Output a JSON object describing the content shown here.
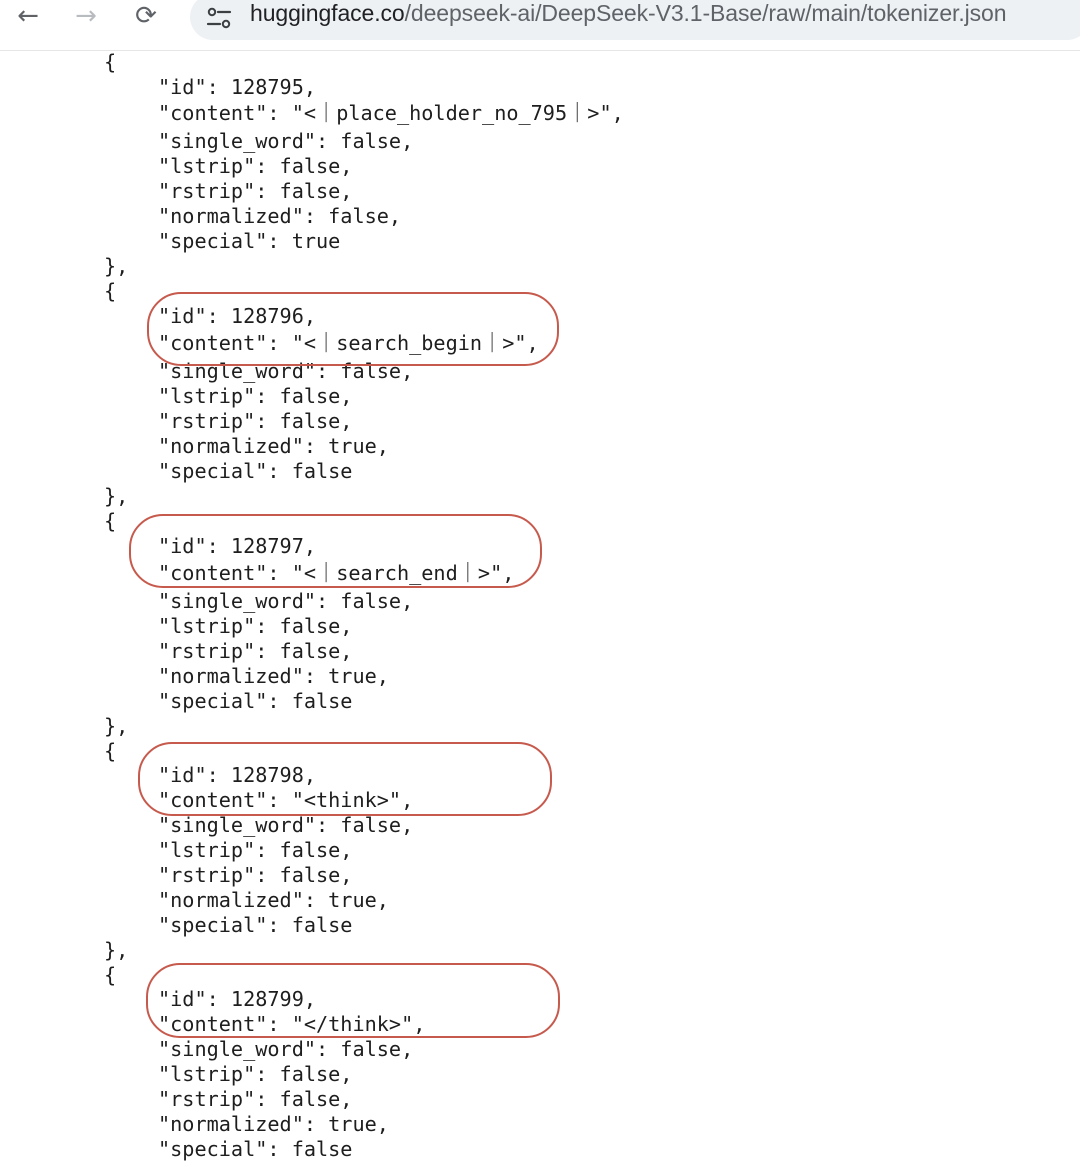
{
  "browser": {
    "back_icon": "arrow-left-icon",
    "forward_icon": "arrow-right-icon",
    "reload_icon": "reload-icon",
    "site_info_icon": "tune-icon",
    "url_domain": "huggingface.co",
    "url_path": "/deepseek-ai/DeepSeek-V3.1-Base/raw/main/tokenizer.json",
    "accent_color": "#c65a4d"
  },
  "json_lines": [
    "{",
    "\"id\": 128795,",
    "\"content\": \"<｜place_holder_no_795｜>\",",
    "\"single_word\": false,",
    "\"lstrip\": false,",
    "\"rstrip\": false,",
    "\"normalized\": false,",
    "\"special\": true",
    "},",
    "{",
    "\"id\": 128796,",
    "\"content\": \"<｜search_begin｜>\",",
    "\"single_word\": false,",
    "\"lstrip\": false,",
    "\"rstrip\": false,",
    "\"normalized\": true,",
    "\"special\": false",
    "},",
    "{",
    "\"id\": 128797,",
    "\"content\": \"<｜search_end｜>\",",
    "\"single_word\": false,",
    "\"lstrip\": false,",
    "\"rstrip\": false,",
    "\"normalized\": true,",
    "\"special\": false",
    "},",
    "{",
    "\"id\": 128798,",
    "\"content\": \"<think>\",",
    "\"single_word\": false,",
    "\"lstrip\": false,",
    "\"rstrip\": false,",
    "\"normalized\": true,",
    "\"special\": false",
    "},",
    "{",
    "\"id\": 128799,",
    "\"content\": \"</think>\",",
    "\"single_word\": false,",
    "\"lstrip\": false,",
    "\"rstrip\": false,",
    "\"normalized\": true,",
    "\"special\": false"
  ]
}
